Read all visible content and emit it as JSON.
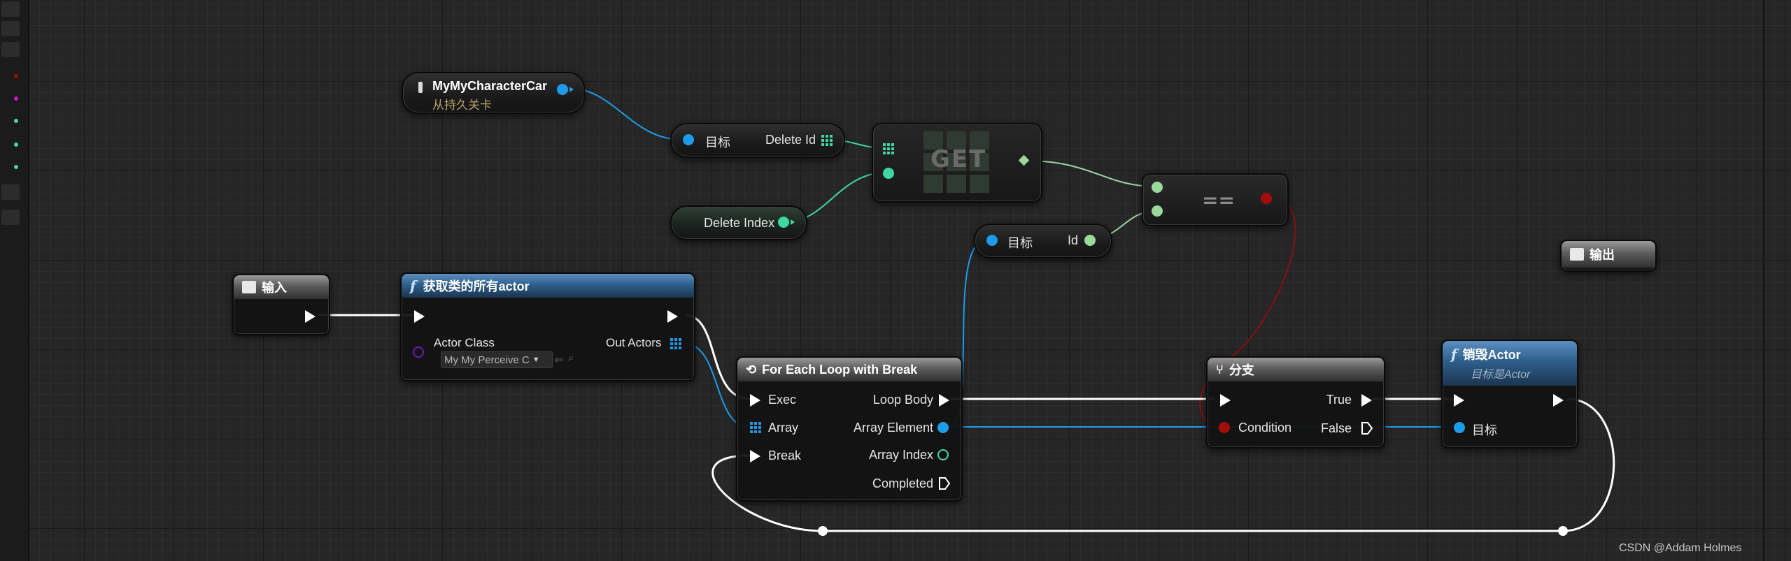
{
  "nodes": {
    "my_char_car": {
      "title": "MyMyCharacterCar",
      "subtitle": "从持久关卡"
    },
    "target_deleteid": {
      "target_label": "目标",
      "out_label": "Delete Id"
    },
    "get": {
      "label": "GET"
    },
    "delete_index": {
      "label": "Delete Index"
    },
    "equals": {
      "label": "=="
    },
    "target_id": {
      "target_label": "目标",
      "out_label": "Id"
    },
    "input": {
      "title": "输入"
    },
    "output": {
      "title": "输出"
    },
    "get_all_actors": {
      "title": "获取类的所有actor",
      "actor_class_label": "Actor Class",
      "actor_class_value": "My My Perceive C",
      "out_actors_label": "Out Actors"
    },
    "for_each": {
      "title": "For Each Loop with Break",
      "exec": "Exec",
      "array": "Array",
      "break": "Break",
      "loop_body": "Loop Body",
      "array_element": "Array Element",
      "array_index": "Array Index",
      "completed": "Completed"
    },
    "branch": {
      "title": "分支",
      "condition": "Condition",
      "true_label": "True",
      "false_label": "False"
    },
    "destroy": {
      "title": "销毁Actor",
      "subtitle": "目标是Actor",
      "target": "目标"
    }
  },
  "watermark": "CSDN @Addam Holmes",
  "colors": {
    "exec": "#ffffff",
    "object_pin": "#1e9be8",
    "int_pin": "#3fd8a2",
    "bool_pin": "#a50d0d",
    "struct_pin": "#9ad99a",
    "class_pin": "#6a1bb8",
    "header_blue": "#2f5f8c",
    "header_gray": "#5d5d5d"
  }
}
